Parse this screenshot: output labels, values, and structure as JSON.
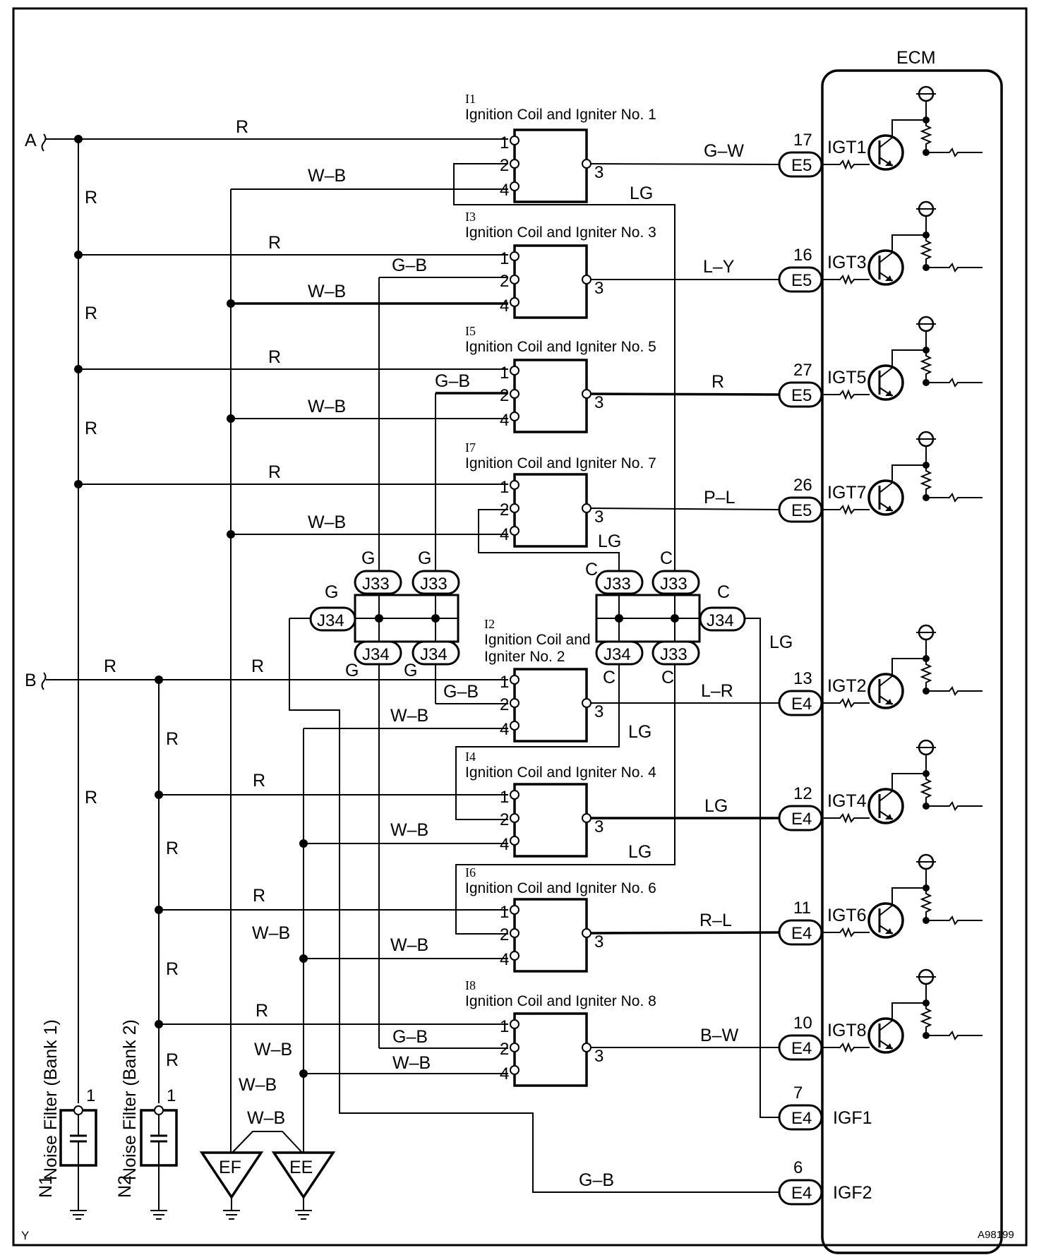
{
  "ecm_label": "ECM",
  "diagram_code": "A98199",
  "corner_mark": "Y",
  "inputs": {
    "a": "A",
    "b": "B"
  },
  "coils": [
    {
      "id": "I1",
      "name": "Ignition Coil and Igniter No. 1"
    },
    {
      "id": "I3",
      "name": "Ignition Coil and Igniter No. 3"
    },
    {
      "id": "I5",
      "name": "Ignition Coil and Igniter No. 5"
    },
    {
      "id": "I7",
      "name": "Ignition Coil and Igniter No. 7"
    },
    {
      "id": "I2",
      "name_line1": "Ignition Coil and",
      "name_line2": "Igniter No. 2"
    },
    {
      "id": "I4",
      "name": "Ignition Coil and Igniter No. 4"
    },
    {
      "id": "I6",
      "name": "Ignition Coil and Igniter No. 6"
    },
    {
      "id": "I8",
      "name": "Ignition Coil and Igniter No. 8"
    }
  ],
  "pins": {
    "p1": "1",
    "p2": "2",
    "p3": "3",
    "p4": "4"
  },
  "wire_colors": {
    "r": "R",
    "wb": "W–B",
    "gb": "G–B",
    "lg": "LG",
    "g": "G",
    "c": "C",
    "gw": "G–W",
    "ly": "L–Y",
    "pl": "P–L",
    "lr": "L–R",
    "rl": "R–L",
    "bw": "B–W"
  },
  "junctions": {
    "j33": "J33",
    "j34": "J34"
  },
  "ecm_terminals": [
    {
      "num": "17",
      "conn": "E5",
      "signal": "IGT1"
    },
    {
      "num": "16",
      "conn": "E5",
      "signal": "IGT3"
    },
    {
      "num": "27",
      "conn": "E5",
      "signal": "IGT5"
    },
    {
      "num": "26",
      "conn": "E5",
      "signal": "IGT7"
    },
    {
      "num": "13",
      "conn": "E4",
      "signal": "IGT2"
    },
    {
      "num": "12",
      "conn": "E4",
      "signal": "IGT4"
    },
    {
      "num": "11",
      "conn": "E4",
      "signal": "IGT6"
    },
    {
      "num": "10",
      "conn": "E4",
      "signal": "IGT8"
    },
    {
      "num": "7",
      "conn": "E4",
      "signal": "IGF1"
    },
    {
      "num": "6",
      "conn": "E4",
      "signal": "IGF2"
    }
  ],
  "noise_filters": [
    {
      "id": "N1",
      "name": "Noise Filter (Bank 1)",
      "pin": "1"
    },
    {
      "id": "N2",
      "name": "Noise Filter (Bank 2)",
      "pin": "1"
    }
  ],
  "grounds": {
    "ef": "EF",
    "ee": "EE"
  }
}
